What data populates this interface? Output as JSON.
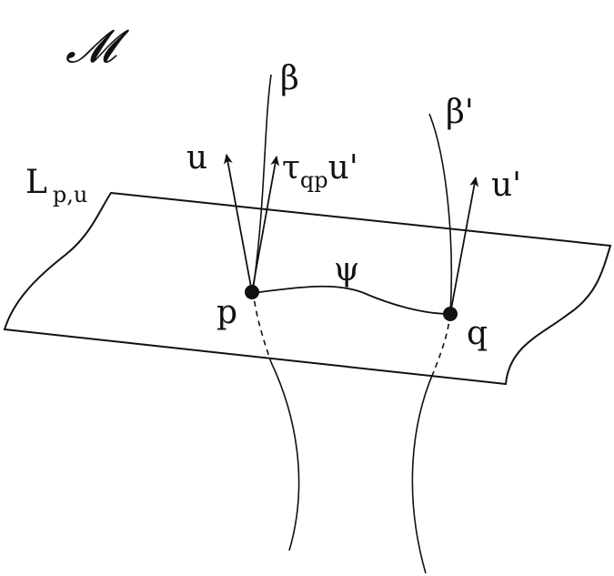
{
  "diagram": {
    "manifold_label": "𝓜",
    "leaf_label": {
      "main": "L",
      "subscript": "p,u"
    },
    "curve_beta": "β",
    "curve_beta_prime": "β'",
    "vector_u": "u",
    "vector_transported": {
      "main": "τ",
      "subscript": "qp",
      "tail": "u'"
    },
    "vector_u_prime": "u'",
    "path_psi": "ψ",
    "point_p": "p",
    "point_q": "q",
    "stroke_color": "#111111",
    "background_color": "#ffffff"
  }
}
